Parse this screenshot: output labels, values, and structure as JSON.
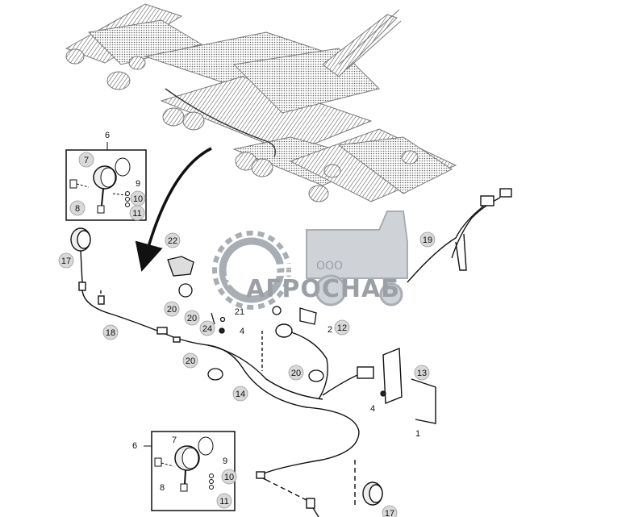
{
  "watermark": {
    "company_prefix": "ООО",
    "company_name": "АГРОСНАБ",
    "logo": "tractor-gear-logo-icon",
    "color": "#9aa0a6"
  },
  "callouts": [
    {
      "id": "c6a",
      "label": "6"
    },
    {
      "id": "c7a",
      "label": "7"
    },
    {
      "id": "c8a",
      "label": "8"
    },
    {
      "id": "c9a",
      "label": "9"
    },
    {
      "id": "c10a",
      "label": "10"
    },
    {
      "id": "c11a",
      "label": "11"
    },
    {
      "id": "c17a",
      "label": "17"
    },
    {
      "id": "c18",
      "label": "18"
    },
    {
      "id": "c22",
      "label": "22"
    },
    {
      "id": "c20a",
      "label": "20"
    },
    {
      "id": "c20b",
      "label": "20"
    },
    {
      "id": "c21",
      "label": "21"
    },
    {
      "id": "c24",
      "label": "24"
    },
    {
      "id": "c4a",
      "label": "4"
    },
    {
      "id": "c20c",
      "label": "20"
    },
    {
      "id": "c14",
      "label": "14"
    },
    {
      "id": "c19",
      "label": "19"
    },
    {
      "id": "c2",
      "label": "2"
    },
    {
      "id": "c12",
      "label": "12"
    },
    {
      "id": "c20d",
      "label": "20"
    },
    {
      "id": "c13",
      "label": "13"
    },
    {
      "id": "c4b",
      "label": "4"
    },
    {
      "id": "c1",
      "label": "1"
    },
    {
      "id": "c6b",
      "label": "6"
    },
    {
      "id": "c7b",
      "label": "7"
    },
    {
      "id": "c8b",
      "label": "8"
    },
    {
      "id": "c9b",
      "label": "9"
    },
    {
      "id": "c10b",
      "label": "10"
    },
    {
      "id": "c11b",
      "label": "11"
    },
    {
      "id": "c17b",
      "label": "17"
    }
  ]
}
